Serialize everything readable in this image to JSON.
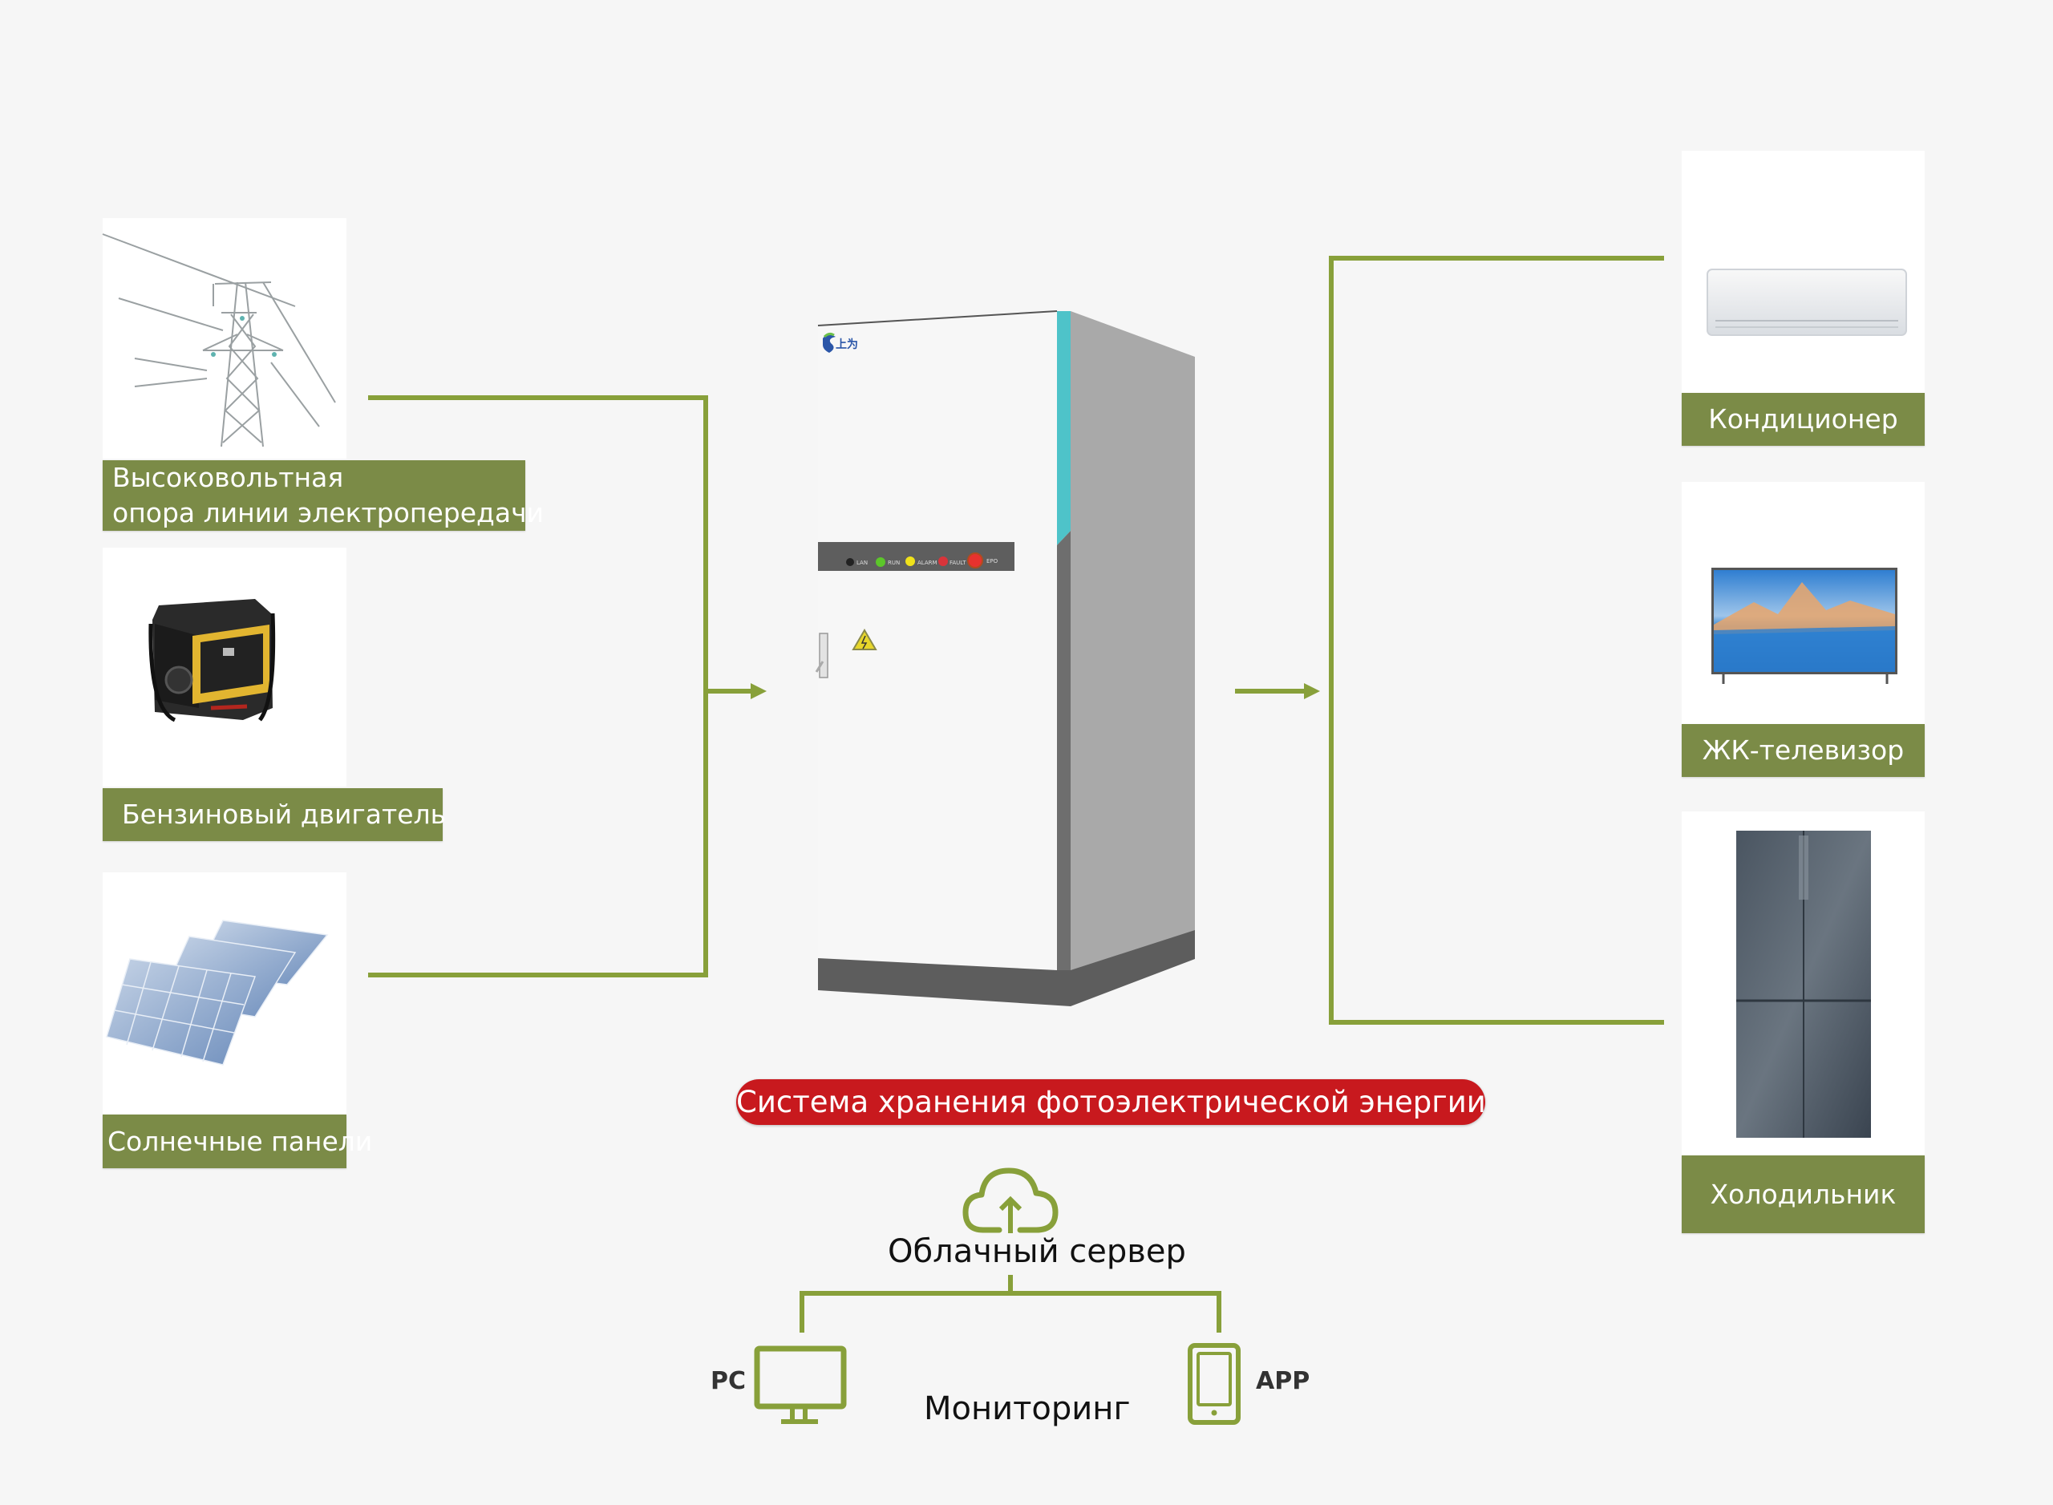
{
  "sources": [
    {
      "id": "power-tower",
      "label_lines": [
        "Высоковольтная",
        "опора линии электропередачи"
      ]
    },
    {
      "id": "generator",
      "label_lines": [
        "Бензиновый двигатель"
      ]
    },
    {
      "id": "solar",
      "label_lines": [
        "Солнечные панели"
      ]
    }
  ],
  "loads": [
    {
      "id": "air-conditioner",
      "label": "Кондиционер"
    },
    {
      "id": "tv",
      "label": "ЖК-телевизор"
    },
    {
      "id": "fridge",
      "label": "Холодильник"
    }
  ],
  "cabinet": {
    "brand_text": "上为",
    "indicators": [
      {
        "label": "LAN",
        "color": "#222222"
      },
      {
        "label": "RUN",
        "color": "#5cc62a"
      },
      {
        "label": "ALARM",
        "color": "#f0e21a"
      },
      {
        "label": "FAULT",
        "color": "#d9343a"
      },
      {
        "label": "EPO",
        "color": "#e8322e"
      }
    ],
    "accent_color": "#4ec3c9"
  },
  "system_title": "Система хранения фотоэлектрической энергии",
  "monitoring": {
    "cloud_label": "Облачный сервер",
    "title": "Мониторинг",
    "pc_label": "PC",
    "app_label": "APP"
  },
  "colors": {
    "connector": "#88a03a",
    "label_bg": "#7b8b47",
    "title_bg": "#c8191e"
  }
}
